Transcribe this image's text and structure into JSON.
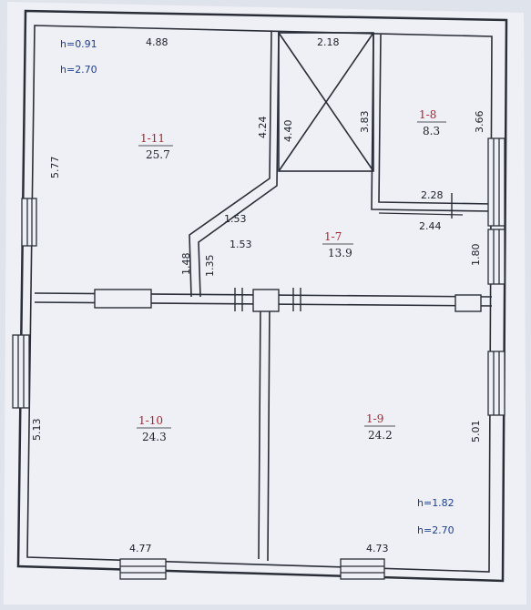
{
  "colors": {
    "paper": "#eef0f5",
    "wall": "#2a2e38",
    "room_number": "#b01e2a",
    "height_note": "#1d3f93",
    "text": "#1b1f2a"
  },
  "heights": {
    "top_left": {
      "h1": "h=0.91",
      "h2": "h=2.70"
    },
    "bottom_right": {
      "h1": "h=1.82",
      "h2": "h=2.70"
    }
  },
  "rooms": [
    {
      "id": "1-11",
      "area": "25.7"
    },
    {
      "id": "1-8",
      "area": "8.3"
    },
    {
      "id": "1-7",
      "area": "13.9"
    },
    {
      "id": "1-10",
      "area": "24.3"
    },
    {
      "id": "1-9",
      "area": "24.2"
    }
  ],
  "dimensions": {
    "d1": "4.88",
    "d2": "2.18",
    "d3": "5.77",
    "d4": "4.24",
    "d5": "4.40",
    "d6": "3.83",
    "d7": "3.66",
    "d8": "2.28",
    "d9": "2.44",
    "d10": "1.53",
    "d11": "1.53",
    "d12": "1.48",
    "d13": "1.35",
    "d14": "1.80",
    "d15": "5.13",
    "d16": "5.01",
    "d17": "4.77",
    "d18": "4.73"
  }
}
